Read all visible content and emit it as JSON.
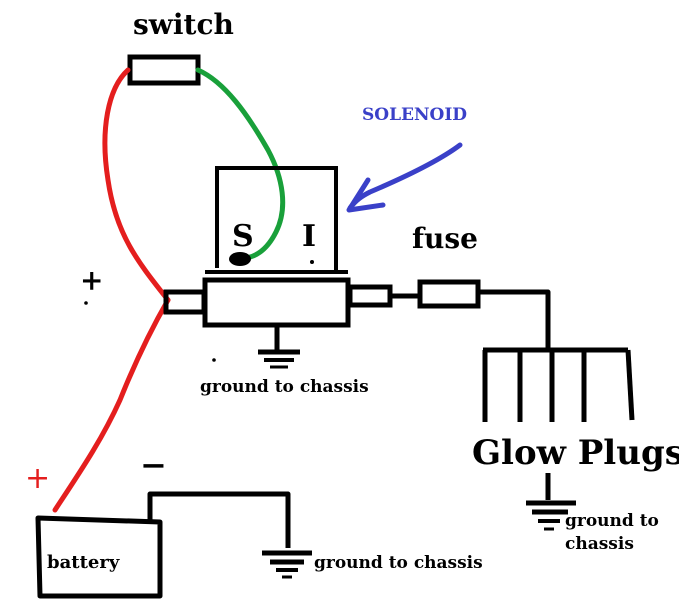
{
  "labels": {
    "switch": "switch",
    "solenoid": "SOLENOID",
    "s_terminal": "S",
    "i_terminal": "I",
    "fuse": "fuse",
    "plus_left": "+",
    "plus_red": "+",
    "minus": "−",
    "glow_plugs": "Glow Plugs",
    "ground_solenoid": "ground to chassis",
    "ground_battery": "ground to chassis",
    "ground_glow_line1": "ground to",
    "ground_glow_line2": "chassis",
    "battery": "battery"
  },
  "colors": {
    "red_wire": "#e41e1e",
    "green_wire": "#19a03a",
    "black": "#000000",
    "solenoid_label": "#3a40c8"
  }
}
